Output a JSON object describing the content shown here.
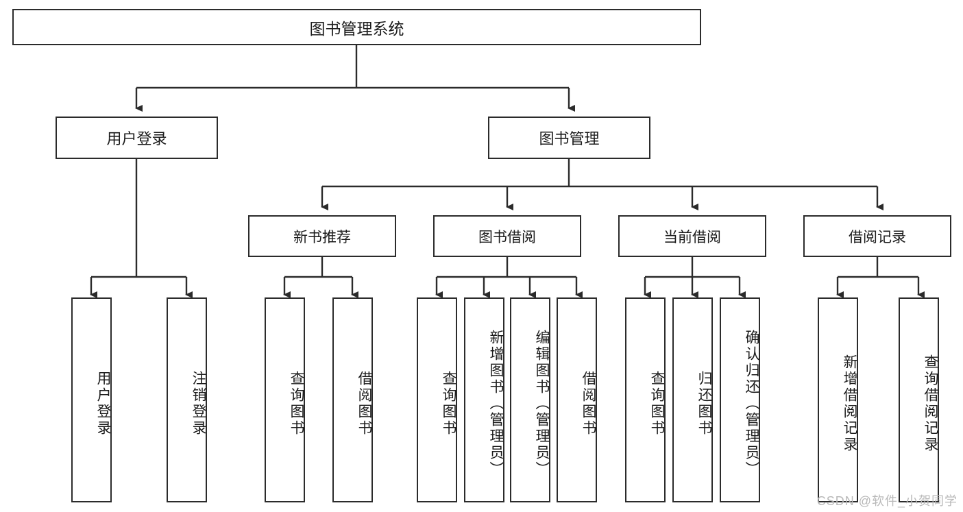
{
  "diagram": {
    "title": "图书管理系统",
    "type": "tree-hierarchy",
    "watermark": "CSDN @软件_小贺同学",
    "colors": {
      "stroke": "#2b2b2b",
      "fill": "#ffffff",
      "text": "#1b1b1b",
      "watermark": "#b9b9b9"
    },
    "nodes": {
      "root": {
        "label": "图书管理系统"
      },
      "level2": [
        {
          "label": "用户登录"
        },
        {
          "label": "图书管理"
        }
      ],
      "level3": [
        {
          "label": "新书推荐"
        },
        {
          "label": "图书借阅"
        },
        {
          "label": "当前借阅"
        },
        {
          "label": "借阅记录"
        }
      ],
      "leaves": {
        "user_login": [
          {
            "label": "用户登录"
          },
          {
            "label": "注销登录"
          }
        ],
        "new_book_rec": [
          {
            "label": "查询图书"
          },
          {
            "label": "借阅图书"
          }
        ],
        "book_borrow": [
          {
            "label": "查询图书"
          },
          {
            "label": "新增图书（管理员）"
          },
          {
            "label": "编辑图书（管理员）"
          },
          {
            "label": "借阅图书"
          }
        ],
        "current_borrow": [
          {
            "label": "查询图书"
          },
          {
            "label": "归还图书"
          },
          {
            "label": "确认归还（管理员）"
          }
        ],
        "borrow_record": [
          {
            "label": "新增借阅记录"
          },
          {
            "label": "查询借阅记录"
          }
        ]
      }
    }
  }
}
